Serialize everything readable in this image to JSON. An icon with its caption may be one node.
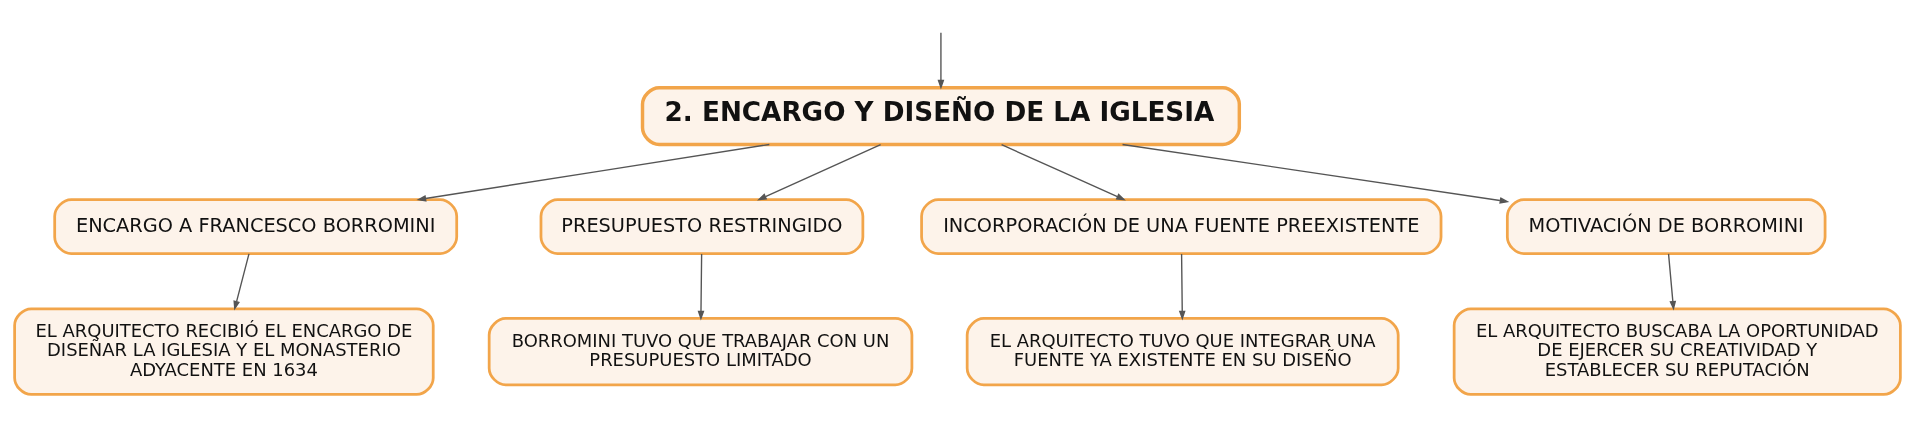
{
  "diagram": {
    "nodes": [
      {
        "text": [
          "2. ENCARGO Y DISEÑO DE LA IGLESIA"
        ]
      },
      {
        "text": [
          "ENCARGO A FRANCESCO BORROMINI"
        ]
      },
      {
        "text": [
          "PRESUPUESTO RESTRINGIDO"
        ]
      },
      {
        "text": [
          "INCORPORACIÓN DE UNA FUENTE PREEXISTENTE"
        ]
      },
      {
        "text": [
          "MOTIVACIÓN DE BORROMINI"
        ]
      },
      {
        "text": [
          "EL ARQUITECTO RECIBIÓ EL ENCARGO DE DISEÑAR LA IGLESIA Y EL MONASTERIO ADYACENTE EN 1634"
        ]
      },
      {
        "text": [
          "BORROMINI TUVO QUE TRABAJAR CON UN PRESUPUESTO LIMITADO"
        ]
      },
      {
        "text": [
          "EL ARQUITECTO TUVO QUE INTEGRAR UNA FUENTE YA EXISTENTE EN SU DISEÑO"
        ]
      },
      {
        "text": [
          "EL ARQUITECTO BUSCABA LA OPORTUNIDAD DE EJERCER SU CREATIVIDAD Y ESTABLECER SU REPUTACIÓN"
        ]
      }
    ],
    "edges": [
      {
        "from": null,
        "to": 0,
        "arrow": "to"
      },
      {
        "from": 0,
        "to": 1,
        "arrow": "to"
      },
      {
        "from": 0,
        "to": 2,
        "arrow": "to"
      },
      {
        "from": 0,
        "to": 3,
        "arrow": "to"
      },
      {
        "from": 0,
        "to": 4,
        "arrow": "to"
      },
      {
        "from": 1,
        "to": 5,
        "arrow": "to"
      },
      {
        "from": 2,
        "to": 6,
        "arrow": "to"
      },
      {
        "from": 3,
        "to": 7,
        "arrow": "to"
      },
      {
        "from": 4,
        "to": 8,
        "arrow": "to"
      }
    ]
  }
}
